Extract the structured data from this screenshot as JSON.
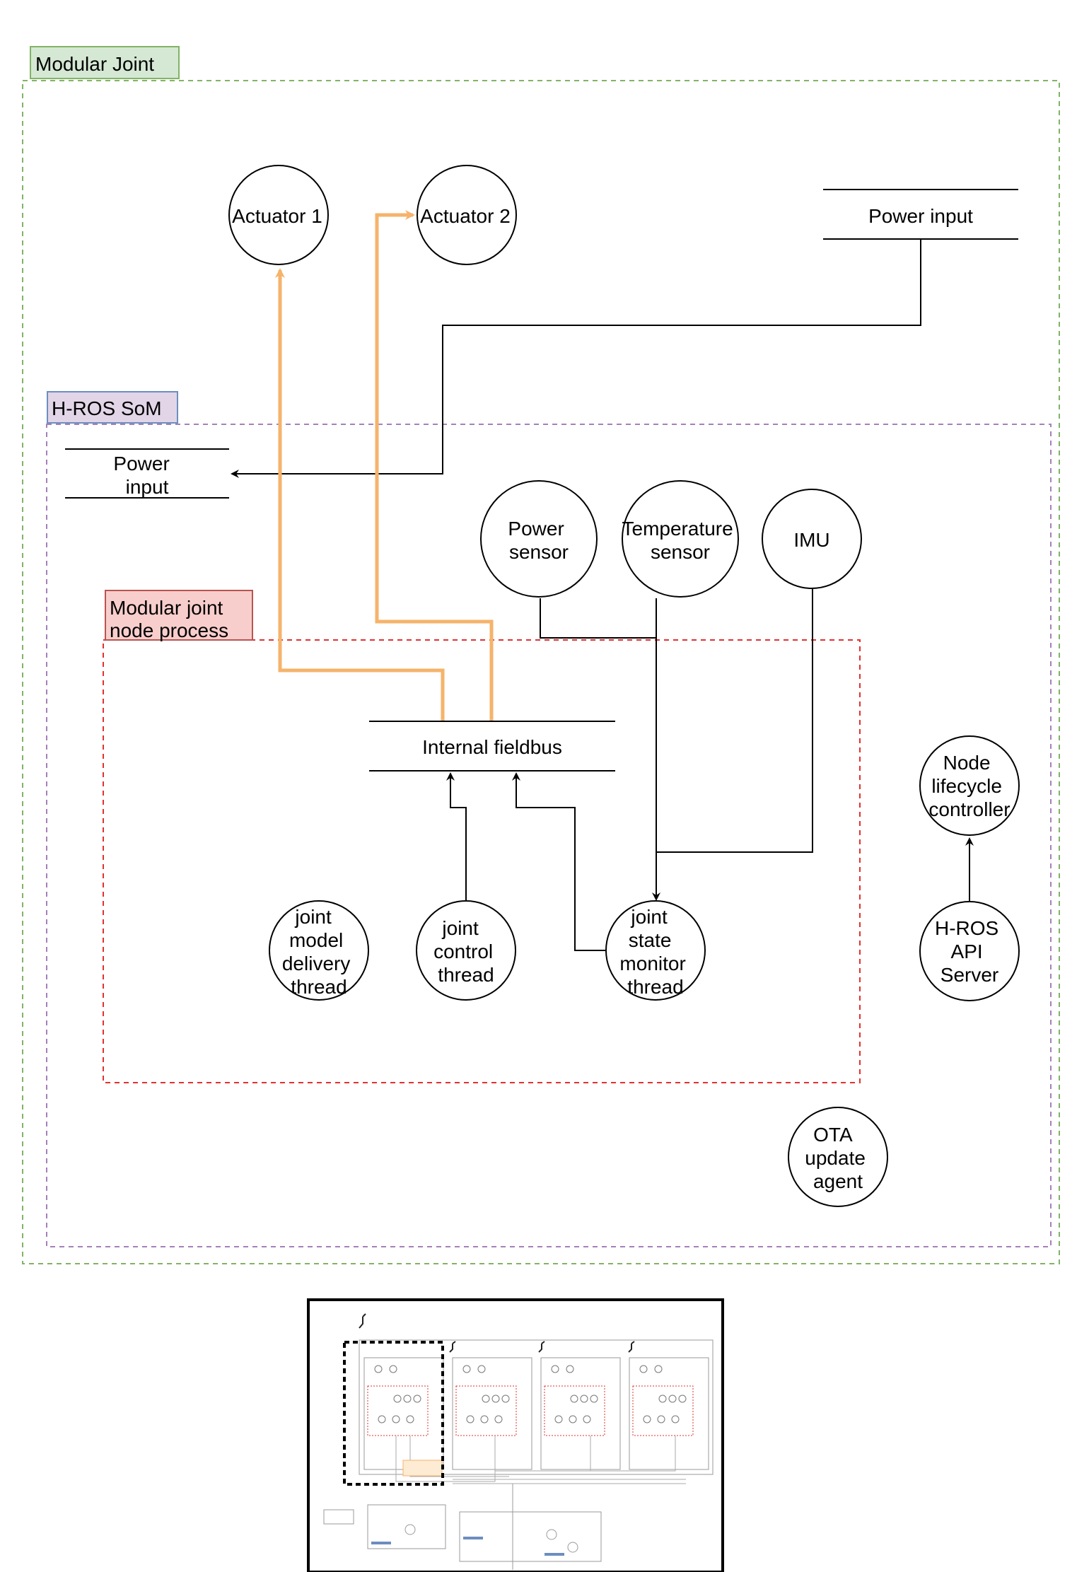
{
  "containers": {
    "modular_joint": "Modular Joint",
    "hros_som": "H-ROS SoM",
    "node_process": [
      "Modular joint",
      "node process"
    ]
  },
  "power_input_top": "Power input",
  "power_input_som": [
    "Power",
    "input"
  ],
  "actuators": [
    "Actuator 1",
    "Actuator 2"
  ],
  "sensors": {
    "power_sensor": [
      "Power",
      "sensor"
    ],
    "temperature_sensor": [
      "Temperature",
      "sensor"
    ],
    "imu": [
      "IMU"
    ]
  },
  "fieldbus": "Internal fieldbus",
  "threads": {
    "model_delivery": [
      "joint",
      "model",
      "delivery",
      "thread"
    ],
    "control": [
      "joint",
      "control",
      "thread"
    ],
    "state_monitor": [
      "joint",
      "state",
      "monitor",
      "thread"
    ]
  },
  "services": {
    "lifecycle": [
      "Node",
      "lifecycle",
      "controller"
    ],
    "api_server": [
      "H-ROS",
      "API",
      "Server"
    ],
    "ota": [
      "OTA",
      "update",
      "agent"
    ]
  },
  "colors": {
    "joint_border": "#82b366",
    "joint_label_fill": "#d5e8d4",
    "som_border": "#a680b8",
    "som_label_fill": "#e1d5e7",
    "som_label_border": "#6c8ebf",
    "process_border": "#e0322f",
    "process_label_fill": "#f8cecc",
    "process_label_border": "#b85450",
    "actuator_link": "#f5b36b"
  },
  "thumbnail": {
    "note": ""
  }
}
